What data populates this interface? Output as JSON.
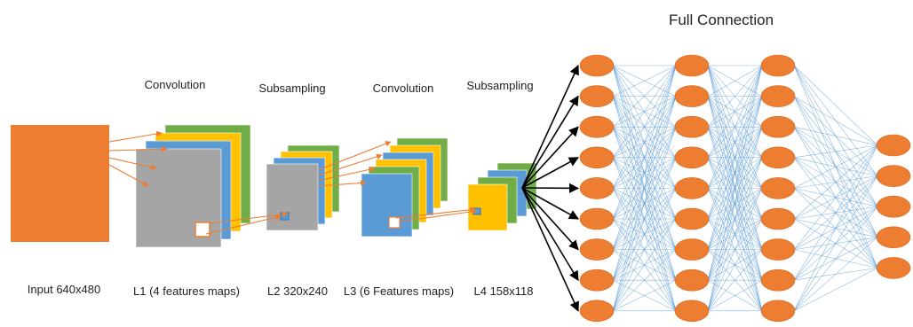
{
  "diagram": {
    "title": "Full Connection",
    "headers": {
      "conv1": "Convolution",
      "sub1": "Subsampling",
      "conv2": "Convolution",
      "sub2": "Subsampling"
    },
    "captions": {
      "input": "Input 640x480",
      "l1": "L1 (4 features maps)",
      "l2": "L2 320x240",
      "l3": "L3 (6 Features maps)",
      "l4": "L4 158x118"
    },
    "layers": {
      "l1_maps": 4,
      "l2_maps": 4,
      "l3_maps": 6,
      "l4_maps": 4,
      "fc_columns": [
        9,
        9,
        9,
        5
      ]
    },
    "colors": {
      "input": "#ED7D31",
      "gray": "#A5A5A5",
      "blue": "#5B9BD5",
      "yellow": "#FFC000",
      "green": "#70AD47",
      "node": "#ED7D31",
      "connection": "#5B9BD5",
      "fanout_arrow": "#000000",
      "projection": "#ED7D31"
    }
  }
}
